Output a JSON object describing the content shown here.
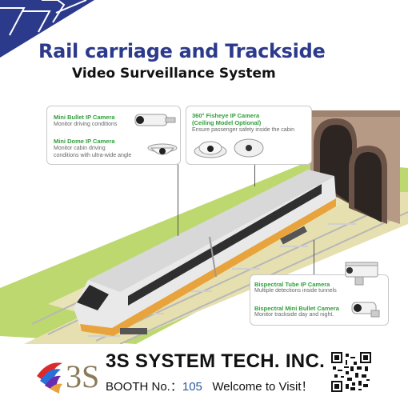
{
  "title": {
    "line1": "Rail carriage and Trackside",
    "line2": "Video Surveillance System"
  },
  "cameras": {
    "mini_bullet": {
      "name": "Mini Bullet IP Camera",
      "desc": "Monitor driving conditions"
    },
    "mini_dome": {
      "name": "Mini Dome IP Camera",
      "desc1": "Monitor cabin driving",
      "desc2": "conditions with ultra-wide angle"
    },
    "fisheye": {
      "name1": "360° Fisheye IP Camera",
      "name2": "(Ceiling Model Optional)",
      "desc": "Ensure passenger safety inside the cabin"
    },
    "bispectral_tube": {
      "name": "Bispectral Tube IP Camera",
      "desc": "Multiple detections inside tunnels"
    },
    "bispectral_bullet": {
      "name": "Bispectral Mini Bullet Camera",
      "desc": "Monitor trackside day and night."
    }
  },
  "footer": {
    "logo_text": "3S",
    "company": "3S SYSTEM TECH. INC.",
    "booth_label": "BOOTH No.：",
    "booth_number": "105",
    "welcome": "Welcome to Visit！"
  },
  "colors": {
    "brand_blue": "#2c3a8c",
    "camera_green": "#2f9e3a",
    "train_orange": "#e8a33c",
    "grass": "#b8d66a"
  }
}
